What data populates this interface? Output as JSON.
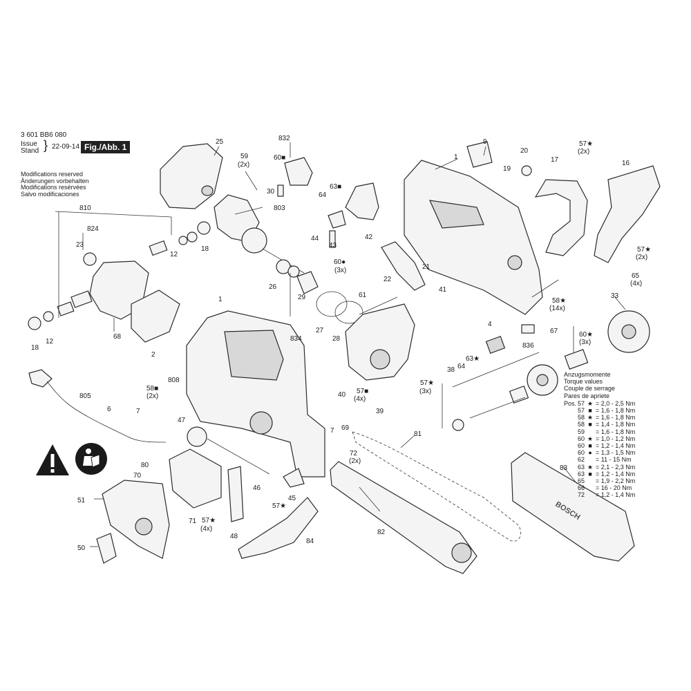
{
  "header": {
    "doc_number": "3 601 BB6 080",
    "issue_label": "Issue",
    "stand_label": "Stand",
    "date": "22-09-14",
    "figure_label": "Fig./Abb. 1"
  },
  "modifications": [
    "Modifications reserved",
    "Änderungen vorbehalten",
    "Modifications resérvées",
    "Salvo modificaciones"
  ],
  "torque": {
    "heading": [
      "Anzugsmomente",
      "Torque values",
      "Couple de serrage",
      "Pares de apriete"
    ],
    "pos_label": "Pos.",
    "rows": [
      {
        "pos": "57",
        "sym": "★",
        "value": "= 2,0 - 2,5 Nm"
      },
      {
        "pos": "57",
        "sym": "■",
        "value": "= 1,6 - 1,8 Nm"
      },
      {
        "pos": "58",
        "sym": "★",
        "value": "= 1,6 - 1,8 Nm"
      },
      {
        "pos": "58",
        "sym": "■",
        "value": "= 1,4 - 1,8 Nm"
      },
      {
        "pos": "59",
        "sym": "",
        "value": "= 1,6 - 1,8 Nm"
      },
      {
        "pos": "60",
        "sym": "★",
        "value": "= 1,0 - 1,2 Nm"
      },
      {
        "pos": "60",
        "sym": "■",
        "value": "= 1,2 - 1,4 Nm"
      },
      {
        "pos": "60",
        "sym": "●",
        "value": "= 1,3 - 1,5 Nm"
      },
      {
        "pos": "62",
        "sym": "",
        "value": "= 11 - 15 Nm"
      },
      {
        "pos": "63",
        "sym": "★",
        "value": "= 2,1 - 2,3 Nm"
      },
      {
        "pos": "63",
        "sym": "■",
        "value": "= 1,2 - 1,4 Nm"
      },
      {
        "pos": "65",
        "sym": "",
        "value": "= 1,9 - 2,2 Nm"
      },
      {
        "pos": "66",
        "sym": "",
        "value": "= 16 - 20 Nm"
      },
      {
        "pos": "72",
        "sym": "",
        "value": "= 1,2 - 1,4 Nm"
      }
    ]
  },
  "brand": "BOSCH",
  "icons": [
    "warning-triangle-icon",
    "read-manual-icon"
  ],
  "callouts": [
    {
      "id": "c25",
      "text": "25"
    },
    {
      "id": "c832",
      "text": "832"
    },
    {
      "id": "c59",
      "text": "59"
    },
    {
      "id": "c59q",
      "text": "(2x)"
    },
    {
      "id": "c60a",
      "text": "60■"
    },
    {
      "id": "c30",
      "text": "30"
    },
    {
      "id": "c64a",
      "text": "64"
    },
    {
      "id": "c63a",
      "text": "63■"
    },
    {
      "id": "c9",
      "text": "9"
    },
    {
      "id": "c1a",
      "text": "1"
    },
    {
      "id": "c20",
      "text": "20"
    },
    {
      "id": "c19",
      "text": "19"
    },
    {
      "id": "c17",
      "text": "17"
    },
    {
      "id": "c57a",
      "text": "57★"
    },
    {
      "id": "c57aq",
      "text": "(2x)"
    },
    {
      "id": "c16",
      "text": "16"
    },
    {
      "id": "c810",
      "text": "810"
    },
    {
      "id": "c803",
      "text": "803"
    },
    {
      "id": "c824",
      "text": "824"
    },
    {
      "id": "c23",
      "text": "23"
    },
    {
      "id": "c12a",
      "text": "12"
    },
    {
      "id": "c18a",
      "text": "18"
    },
    {
      "id": "c44",
      "text": "44"
    },
    {
      "id": "c43",
      "text": "43"
    },
    {
      "id": "c42",
      "text": "42"
    },
    {
      "id": "c21",
      "text": "21"
    },
    {
      "id": "c22",
      "text": "22"
    },
    {
      "id": "c57b",
      "text": "57★"
    },
    {
      "id": "c57bq",
      "text": "(2x)"
    },
    {
      "id": "c60b",
      "text": "60●"
    },
    {
      "id": "c60bq",
      "text": "(3x)"
    },
    {
      "id": "c26",
      "text": "26"
    },
    {
      "id": "c29",
      "text": "29"
    },
    {
      "id": "c61",
      "text": "61"
    },
    {
      "id": "c41",
      "text": "41"
    },
    {
      "id": "c58a",
      "text": "58★"
    },
    {
      "id": "c58aq",
      "text": "(14x)"
    },
    {
      "id": "c65",
      "text": "65"
    },
    {
      "id": "c65q",
      "text": "(4x)"
    },
    {
      "id": "c1b",
      "text": "1"
    },
    {
      "id": "c18b",
      "text": "18"
    },
    {
      "id": "c12b",
      "text": "12"
    },
    {
      "id": "c68",
      "text": "68"
    },
    {
      "id": "c2",
      "text": "2"
    },
    {
      "id": "c834",
      "text": "834"
    },
    {
      "id": "c27",
      "text": "27"
    },
    {
      "id": "c28",
      "text": "28"
    },
    {
      "id": "c33",
      "text": "33"
    },
    {
      "id": "c4",
      "text": "4"
    },
    {
      "id": "c67",
      "text": "67"
    },
    {
      "id": "c60c",
      "text": "60★"
    },
    {
      "id": "c60cq",
      "text": "(3x)"
    },
    {
      "id": "c38",
      "text": "38"
    },
    {
      "id": "c64b",
      "text": "64"
    },
    {
      "id": "c63b",
      "text": "63★"
    },
    {
      "id": "c836",
      "text": "836"
    },
    {
      "id": "c808",
      "text": "808"
    },
    {
      "id": "c58b",
      "text": "58■"
    },
    {
      "id": "c58bq",
      "text": "(2x)"
    },
    {
      "id": "c40",
      "text": "40"
    },
    {
      "id": "c57c",
      "text": "57■"
    },
    {
      "id": "c57cq",
      "text": "(4x)"
    },
    {
      "id": "c57d",
      "text": "57★"
    },
    {
      "id": "c57dq",
      "text": "(3x)"
    },
    {
      "id": "c39",
      "text": "39"
    },
    {
      "id": "c805",
      "text": "805"
    },
    {
      "id": "c6",
      "text": "6"
    },
    {
      "id": "c7a",
      "text": "7"
    },
    {
      "id": "c47",
      "text": "47"
    },
    {
      "id": "c69",
      "text": "69"
    },
    {
      "id": "c7b",
      "text": "7"
    },
    {
      "id": "c72",
      "text": "72"
    },
    {
      "id": "c72q",
      "text": "(2x)"
    },
    {
      "id": "c81",
      "text": "81"
    },
    {
      "id": "c80",
      "text": "80"
    },
    {
      "id": "c70",
      "text": "70"
    },
    {
      "id": "c46",
      "text": "46"
    },
    {
      "id": "c51",
      "text": "51"
    },
    {
      "id": "c71",
      "text": "71"
    },
    {
      "id": "c57e",
      "text": "57★"
    },
    {
      "id": "c57eq",
      "text": "(4x)"
    },
    {
      "id": "c48",
      "text": "48"
    },
    {
      "id": "c45",
      "text": "45"
    },
    {
      "id": "c57f",
      "text": "57★"
    },
    {
      "id": "c82",
      "text": "82"
    },
    {
      "id": "c83",
      "text": "83"
    },
    {
      "id": "c50",
      "text": "50"
    },
    {
      "id": "c84",
      "text": "84"
    }
  ]
}
